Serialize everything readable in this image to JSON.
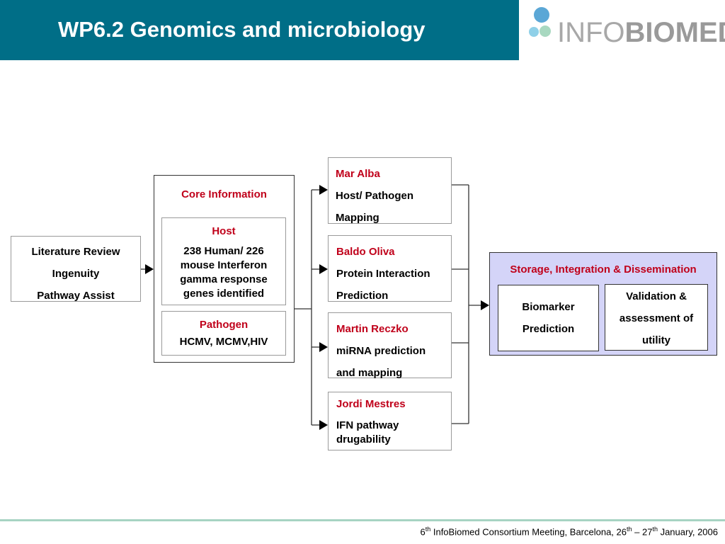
{
  "slide": {
    "title": "WP6.2 Genomics and microbiology",
    "logo": {
      "prefix": "INFO",
      "suffix": "BIOMED"
    },
    "footer": {
      "num1": "6",
      "sup1": "th",
      "part1": " InfoBiomed Consortium Meeting, Barcelona,  26",
      "sup2": "th",
      "part2": " – 27",
      "sup3": "th",
      "part3": "  January, 2006"
    }
  },
  "literature": {
    "lines": [
      "Literature Review",
      "Ingenuity",
      "Pathway Assist"
    ]
  },
  "core": {
    "title": "Core Information",
    "host": {
      "title": "Host",
      "text": "238 Human/ 226 mouse Interferon gamma response genes identified"
    },
    "pathogen": {
      "title": "Pathogen",
      "text": "HCMV, MCMV,HIV"
    }
  },
  "partners": [
    {
      "name": "Mar Alba",
      "lines": [
        "Host/ Pathogen",
        "Mapping"
      ]
    },
    {
      "name": "Baldo Oliva",
      "lines": [
        "Protein Interaction",
        "Prediction"
      ]
    },
    {
      "name": "Martin Reczko",
      "lines": [
        "miRNA prediction",
        "and mapping"
      ]
    },
    {
      "name": "Jordi Mestres",
      "lines": [
        "IFN pathway",
        "drugability"
      ]
    }
  ],
  "storage": {
    "title": "Storage, Integration & Dissemination",
    "biomarker": [
      "Biomarker",
      "Prediction"
    ],
    "validation": [
      "Validation &",
      "assessment of",
      "utility"
    ]
  },
  "colors": {
    "title_bar": "#006e87",
    "accent_red": "#c0001a",
    "storage_bg": "#d4d4f8",
    "footer_rule": "#a7d3c3"
  }
}
